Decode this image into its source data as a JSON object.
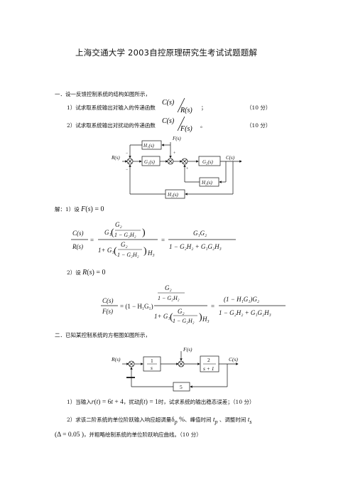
{
  "title": "上海交通大学 2003自控原理研究生考试试题题解",
  "q1": {
    "heading": "一．设一反馈控制系统的结构如图所示，",
    "item1": "1）试求取系统输出对输入的传递函数",
    "item1_tail": "；",
    "item1_score": "（10 分）",
    "item2": "2）试求取系统输出对扰动的传递函数",
    "item2_tail": "。",
    "item2_score": "（10 分）",
    "solution_label": "解：1）设",
    "sol2_label": "2）设",
    "diagram_labels": {
      "R": "R(s)",
      "C": "C(s)",
      "F": "F(s)",
      "G1": "G₁(s)",
      "G2": "G₂(s)",
      "H1": "H₁(s)",
      "H2": "H₂(s)",
      "H3": "H₃(s)"
    }
  },
  "q2": {
    "heading": "二．已知某控制系统的方框图如图所示，",
    "item1": "1）当输入",
    "item1_mid": "，扰动",
    "item1_tail": "时，试求系统的输出稳态误差；（10 分）",
    "item2": "2）求该二阶系统的单位阶跃输入响应超调量",
    "item2_mid": "、峰值时间",
    "item2_mid2": "、调整时间",
    "item2_line2": "，并粗略绘制系统的单位阶跃响应曲线。（10 分）",
    "diagram_labels": {
      "R": "R(s)",
      "C": "C(s)",
      "F": "F(s)",
      "block1_num": "1",
      "block1_den": "s",
      "block2_num": "2",
      "block2_den": "s + 1",
      "block3": "5"
    }
  }
}
